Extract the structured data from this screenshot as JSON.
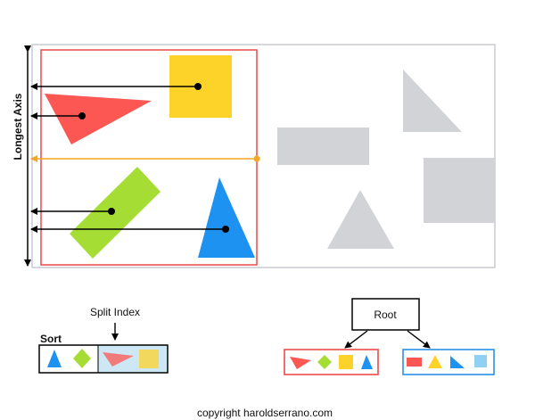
{
  "labels": {
    "axis": "Longest Axis",
    "split_index": "Split Index",
    "sort": "Sort",
    "root": "Root",
    "copyright": "copyright haroldserrano.com"
  },
  "colors": {
    "red": "#fc5753",
    "yellow": "#fdd329",
    "green": "#a5dd34",
    "blue": "#1e92f0",
    "gray": "#d1d3d6",
    "orange": "#f5a623",
    "box_red": "#ec4a4a",
    "box_blue": "#2b8fe6",
    "highlight": "#cde7f4"
  }
}
